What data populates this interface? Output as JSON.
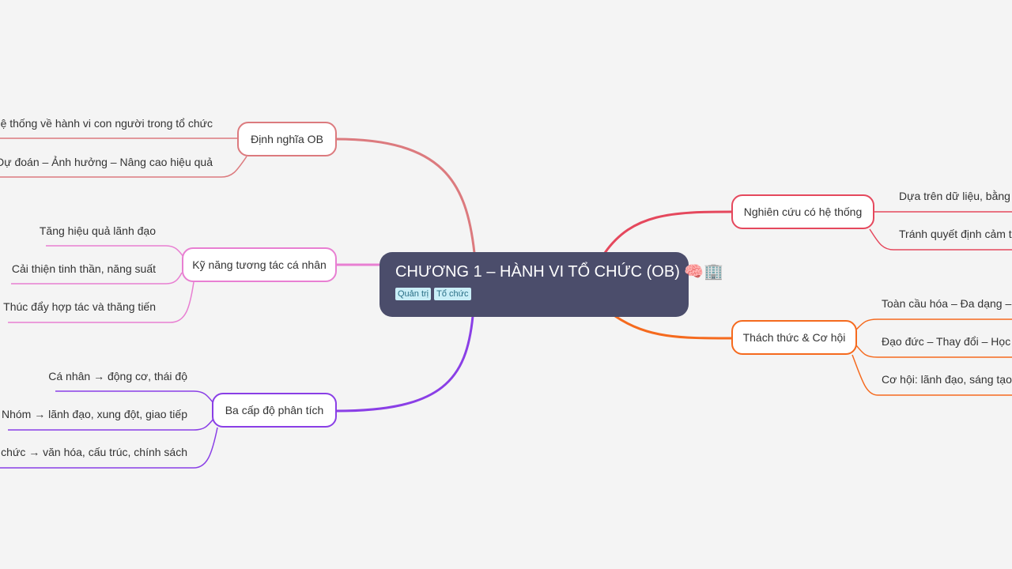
{
  "central": {
    "title": "CHƯƠNG 1 – HÀNH VI TỔ CHỨC (OB) 🧠🏢",
    "tags": [
      "Quản trị",
      "Tổ chức"
    ],
    "color": "#4b4d6b"
  },
  "branches": [
    {
      "label": "Định nghĩa OB",
      "color": "#dc7a7e",
      "leaves": [
        "ó hệ thống về hành vi con người trong tổ chức",
        "u – Dự đoán – Ảnh hưởng – Nâng cao hiệu quả"
      ]
    },
    {
      "label": "Kỹ năng tương tác cá nhân",
      "color": "#e87fd2",
      "leaves": [
        "Tăng hiệu quả lãnh đạo",
        "Cải thiện tinh thần, năng suất",
        "Thúc đẩy hợp tác và thăng tiến"
      ]
    },
    {
      "label": "Ba cấp độ phân tích",
      "color": "#8a3fe6",
      "leaves": [
        "Cá nhân → động cơ, thái độ",
        "Nhóm → lãnh đạo, xung đột, giao tiếp",
        "Tổ chức → văn hóa, cấu trúc, chính sách"
      ]
    },
    {
      "label": "Nghiên cứu có hệ thống",
      "color": "#e5485d",
      "leaves": [
        "Dựa trên dữ liệu, bằng ch",
        "Tránh quyết định cảm tí"
      ]
    },
    {
      "label": "Thách thức & Cơ hội",
      "color": "#f56a1e",
      "leaves": [
        "Toàn cầu hóa – Đa dạng – Cô",
        "Đạo đức – Thay đổi – Học tậ",
        "Cơ hội: lãnh đạo, sáng tạo, v"
      ]
    }
  ]
}
